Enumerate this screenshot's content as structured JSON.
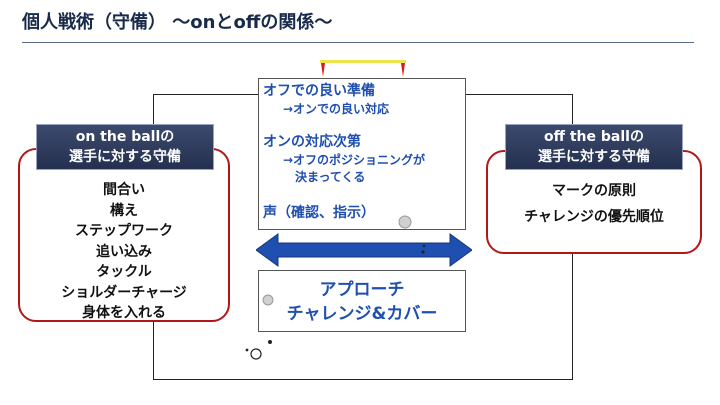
{
  "title": "個人戦術（守備） ～onとoffの関係～",
  "left": {
    "label_line1": "on the ballの",
    "label_line2": "選手に対する守備",
    "items": [
      "間合い",
      "構え",
      "ステップワーク",
      "追い込み",
      "タックル",
      "ショルダーチャージ",
      "身体を入れる"
    ]
  },
  "right": {
    "label_line1": "off the ballの",
    "label_line2": "選手に対する守備",
    "items": [
      "マークの原則",
      "チャレンジの優先順位"
    ]
  },
  "center": {
    "line1": "オフでの良い準備",
    "line2": "→オンでの良い対応",
    "line3": "オンの対応次第",
    "line4": "→オフのポジショニングが",
    "line5": "決まってくる",
    "line6": "声（確認、指示）"
  },
  "approach": {
    "line1": "アプローチ",
    "line2": "チャレンジ&カバー"
  },
  "colors": {
    "accent_blue": "#1f4fb0",
    "panel_red": "#b01818",
    "label_navy": "#2c3858",
    "goal_yellow": "#f2e24a"
  }
}
